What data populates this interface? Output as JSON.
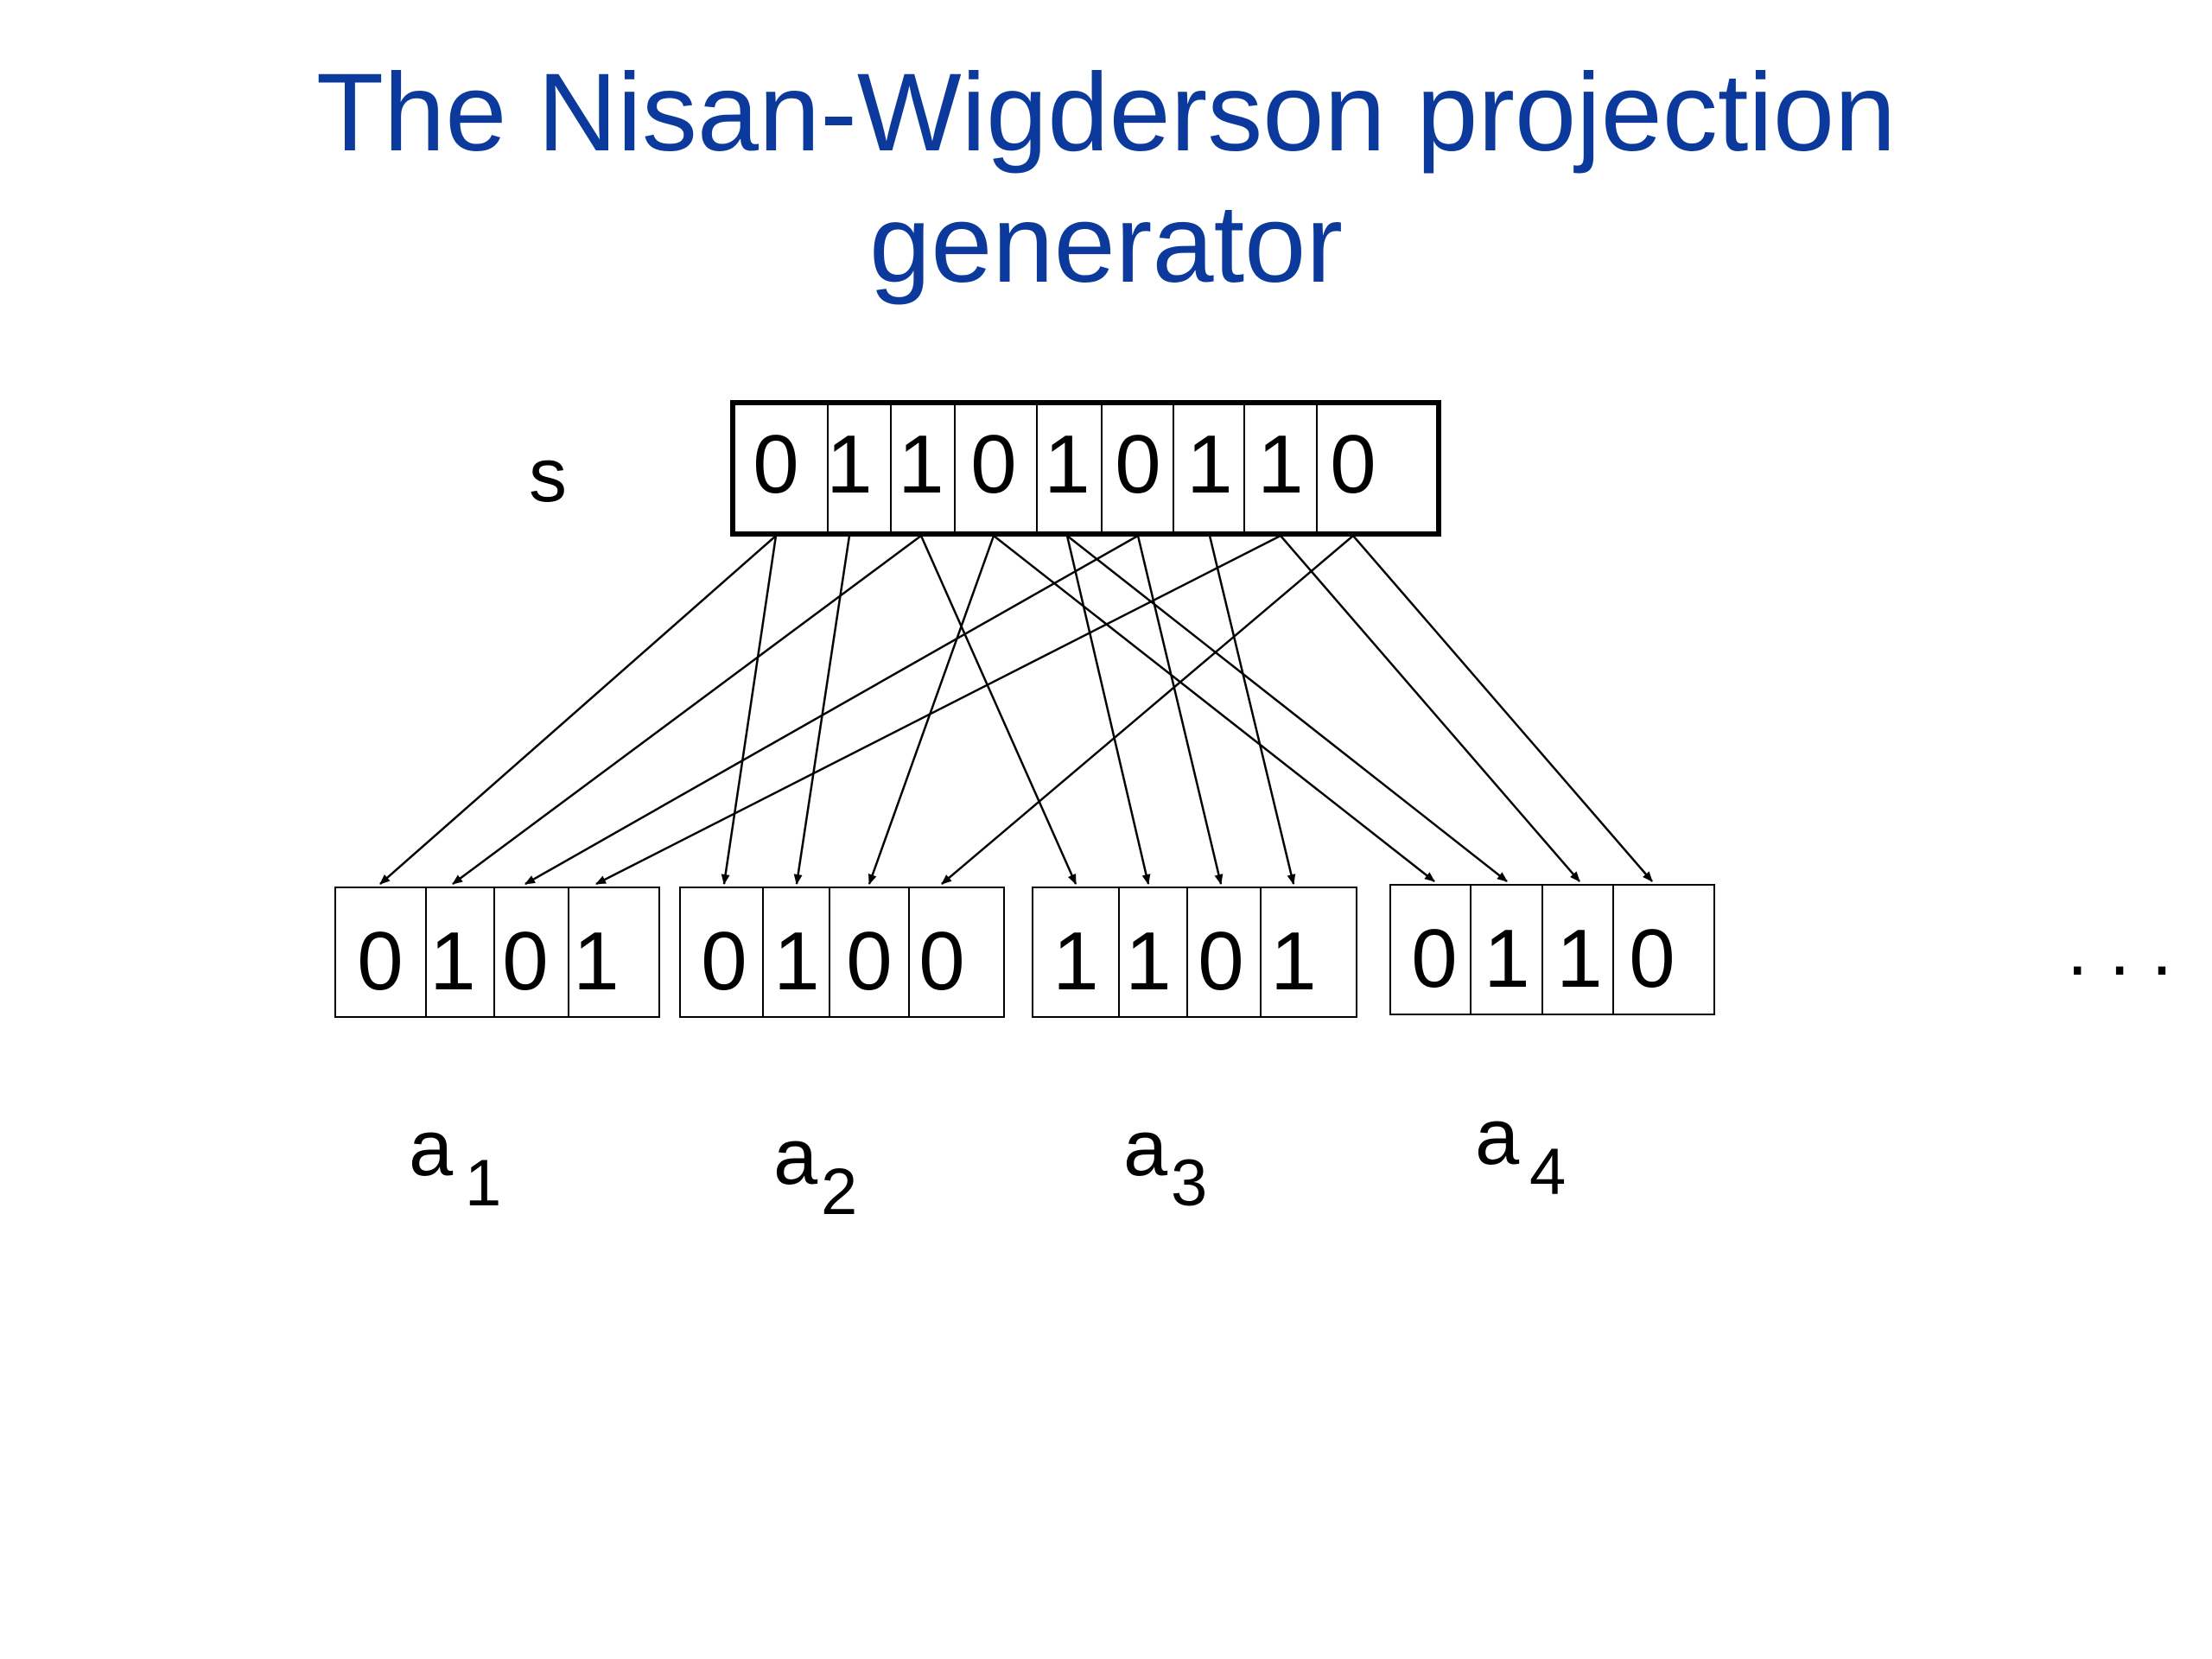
{
  "title": {
    "line1": "The Nisan-Wigderson projection",
    "line2": "generator"
  },
  "seed": {
    "label": "s",
    "bits": [
      "0",
      "1",
      "1",
      "0",
      "1",
      "0",
      "1",
      "1",
      "0"
    ]
  },
  "outputs": [
    {
      "label": "a",
      "sub": "1",
      "bits": [
        "0",
        "1",
        "0",
        "1"
      ]
    },
    {
      "label": "a",
      "sub": "2",
      "bits": [
        "0",
        "1",
        "0",
        "0"
      ]
    },
    {
      "label": "a",
      "sub": "3",
      "bits": [
        "1",
        "1",
        "0",
        "1"
      ]
    },
    {
      "label": "a",
      "sub": "4",
      "bits": [
        "0",
        "1",
        "1",
        "0"
      ]
    }
  ],
  "ellipsis": ". . .",
  "colors": {
    "title": "#0b3a9c",
    "ink": "#000000"
  }
}
